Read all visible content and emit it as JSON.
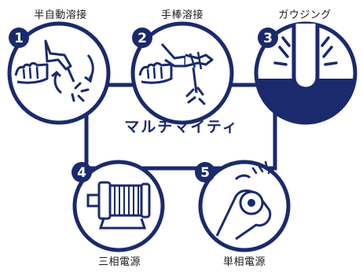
{
  "center_title": "マルチマイティ",
  "colors": {
    "navy": "#1a2a6c",
    "white": "#ffffff",
    "text": "#1a1a1a"
  },
  "modes": [
    {
      "number": "1",
      "label": "半自動溶接",
      "icon": "semi-auto-welding-torch-icon"
    },
    {
      "number": "2",
      "label": "手棒溶接",
      "icon": "stick-welding-holder-icon"
    },
    {
      "number": "3",
      "label": "ガウジング",
      "icon": "gouging-icon"
    },
    {
      "number": "4",
      "label": "三相電源",
      "icon": "three-phase-motor-icon"
    },
    {
      "number": "5",
      "label": "単相電源",
      "icon": "angle-grinder-icon"
    }
  ]
}
